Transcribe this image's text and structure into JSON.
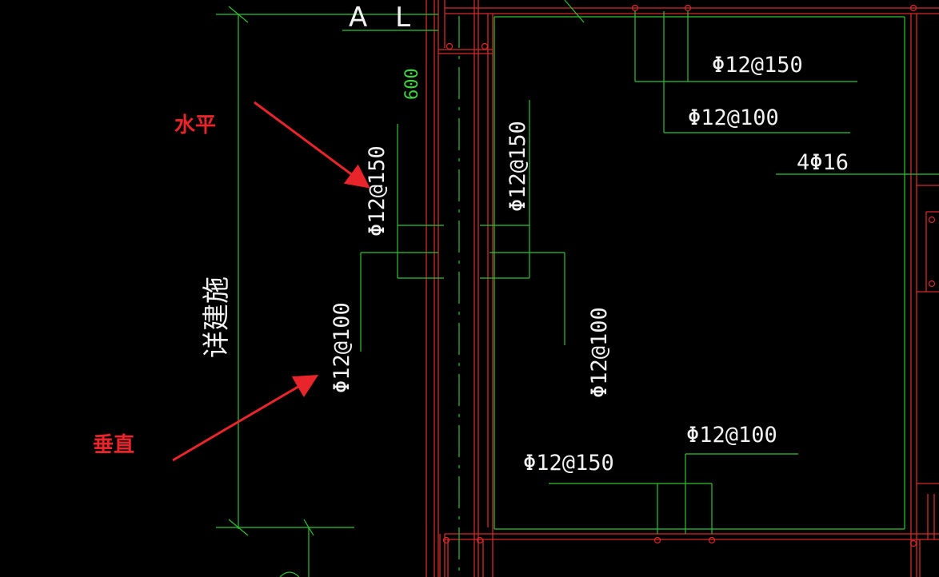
{
  "drawing": {
    "axis_label": "A L",
    "dimension": "600",
    "vertical_note": "详建施",
    "annotations": {
      "horizontal": "水平",
      "vertical": "垂直"
    },
    "rebar_labels": {
      "top_1": "Φ12@150",
      "top_2": "Φ12@100",
      "top_3": "4Φ16",
      "left_wall_upper": "Φ12@150",
      "left_wall_lower": "Φ12@100",
      "mid_wall_upper": "Φ12@150",
      "mid_wall_lower": "Φ12@100",
      "bottom_1": "Φ12@100",
      "bottom_2": "Φ12@150"
    },
    "colors": {
      "background": "#000000",
      "green_lines": "#2fc22f",
      "red_lines": "#d42a2a",
      "white_text": "#f2f2f2",
      "annotation_red": "#e8252a"
    }
  }
}
